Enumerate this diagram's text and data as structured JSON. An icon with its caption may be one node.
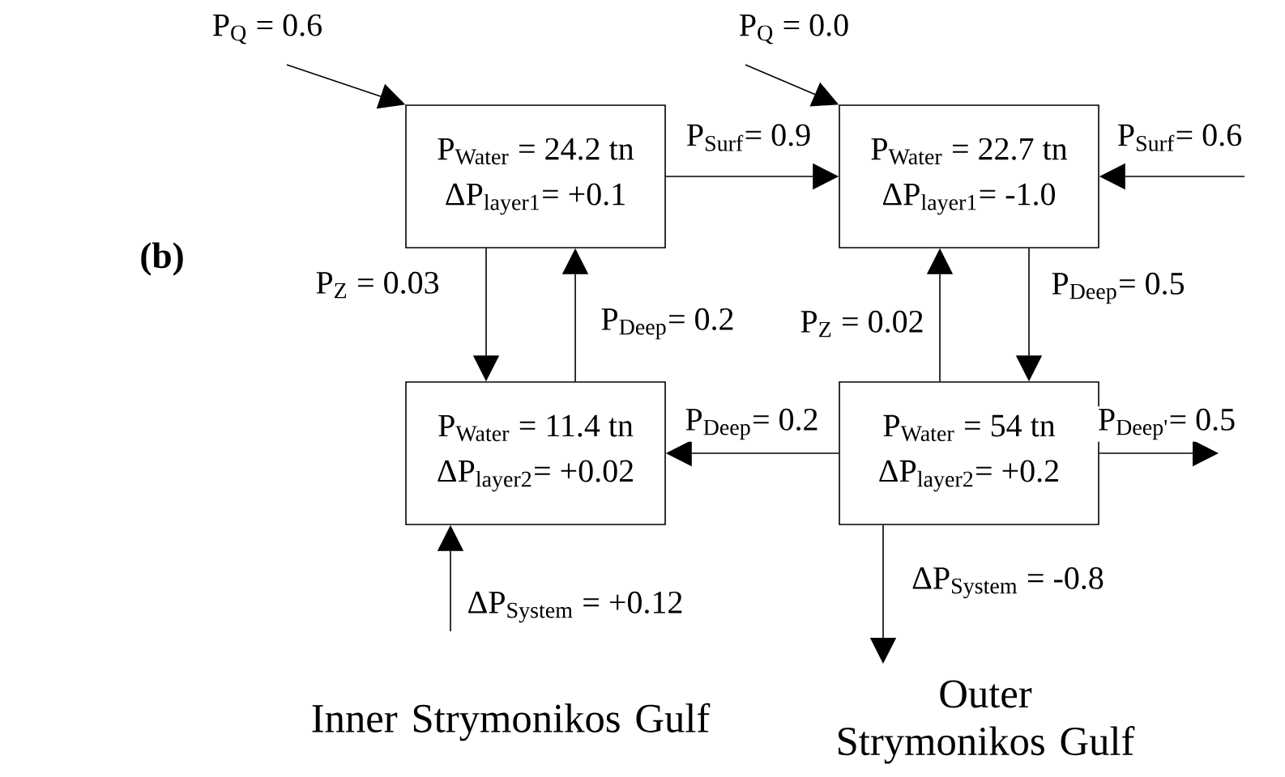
{
  "diagram": {
    "nodes": [
      {
        "text": [
          "P$_{Water}$ = 24.2 tn",
          "ΔP$_{layer1}$= +0.1"
        ]
      },
      {
        "text": [
          "P$_{Water}$ = 22.7 tn",
          "ΔP$_{layer1}$= -1.0"
        ]
      },
      {
        "text": [
          "P$_{Water}$ = 11.4 tn",
          "ΔP$_{layer2}$= +0.02"
        ]
      },
      {
        "text": [
          "P$_{Water}$ = 54 tn",
          "ΔP$_{layer2}$= +0.2"
        ]
      }
    ],
    "edges": [
      {
        "from": null,
        "to": 0,
        "arrow": "to",
        "label": "P$_{Q}$ = 0.6"
      },
      {
        "from": null,
        "to": 1,
        "arrow": "to",
        "label": "P$_{Q}$ = 0.0"
      },
      {
        "from": 0,
        "to": 1,
        "arrow": "to",
        "label": "P$_{Surf}$= 0.9"
      },
      {
        "from": null,
        "to": 1,
        "arrow": "to",
        "label": "P$_{Surf}$= 0.6"
      },
      {
        "from": 0,
        "to": 2,
        "arrow": "to",
        "label": "P$_{Z}$ = 0.03"
      },
      {
        "from": 2,
        "to": 0,
        "arrow": "to",
        "label": "P$_{Deep}$= 0.2"
      },
      {
        "from": 3,
        "to": 1,
        "arrow": "to",
        "label": "P$_{Z}$ = 0.02"
      },
      {
        "from": 1,
        "to": 3,
        "arrow": "to",
        "label": "P$_{Deep}$= 0.5"
      },
      {
        "from": 3,
        "to": 2,
        "arrow": "to",
        "label": "P$_{Deep}$= 0.2"
      },
      {
        "from": 3,
        "to": null,
        "arrow": "to",
        "label": "P$_{Deep'}$= 0.5"
      },
      {
        "from": null,
        "to": 2,
        "arrow": "to",
        "label": "ΔP$_{System}$ = +0.12"
      },
      {
        "from": 3,
        "to": null,
        "arrow": "to",
        "label": "ΔP$_{System}$ = -0.8"
      }
    ],
    "labels": [
      "(b)",
      "Inner Strymonikos Gulf",
      "Outer Strymonikos Gulf"
    ]
  }
}
